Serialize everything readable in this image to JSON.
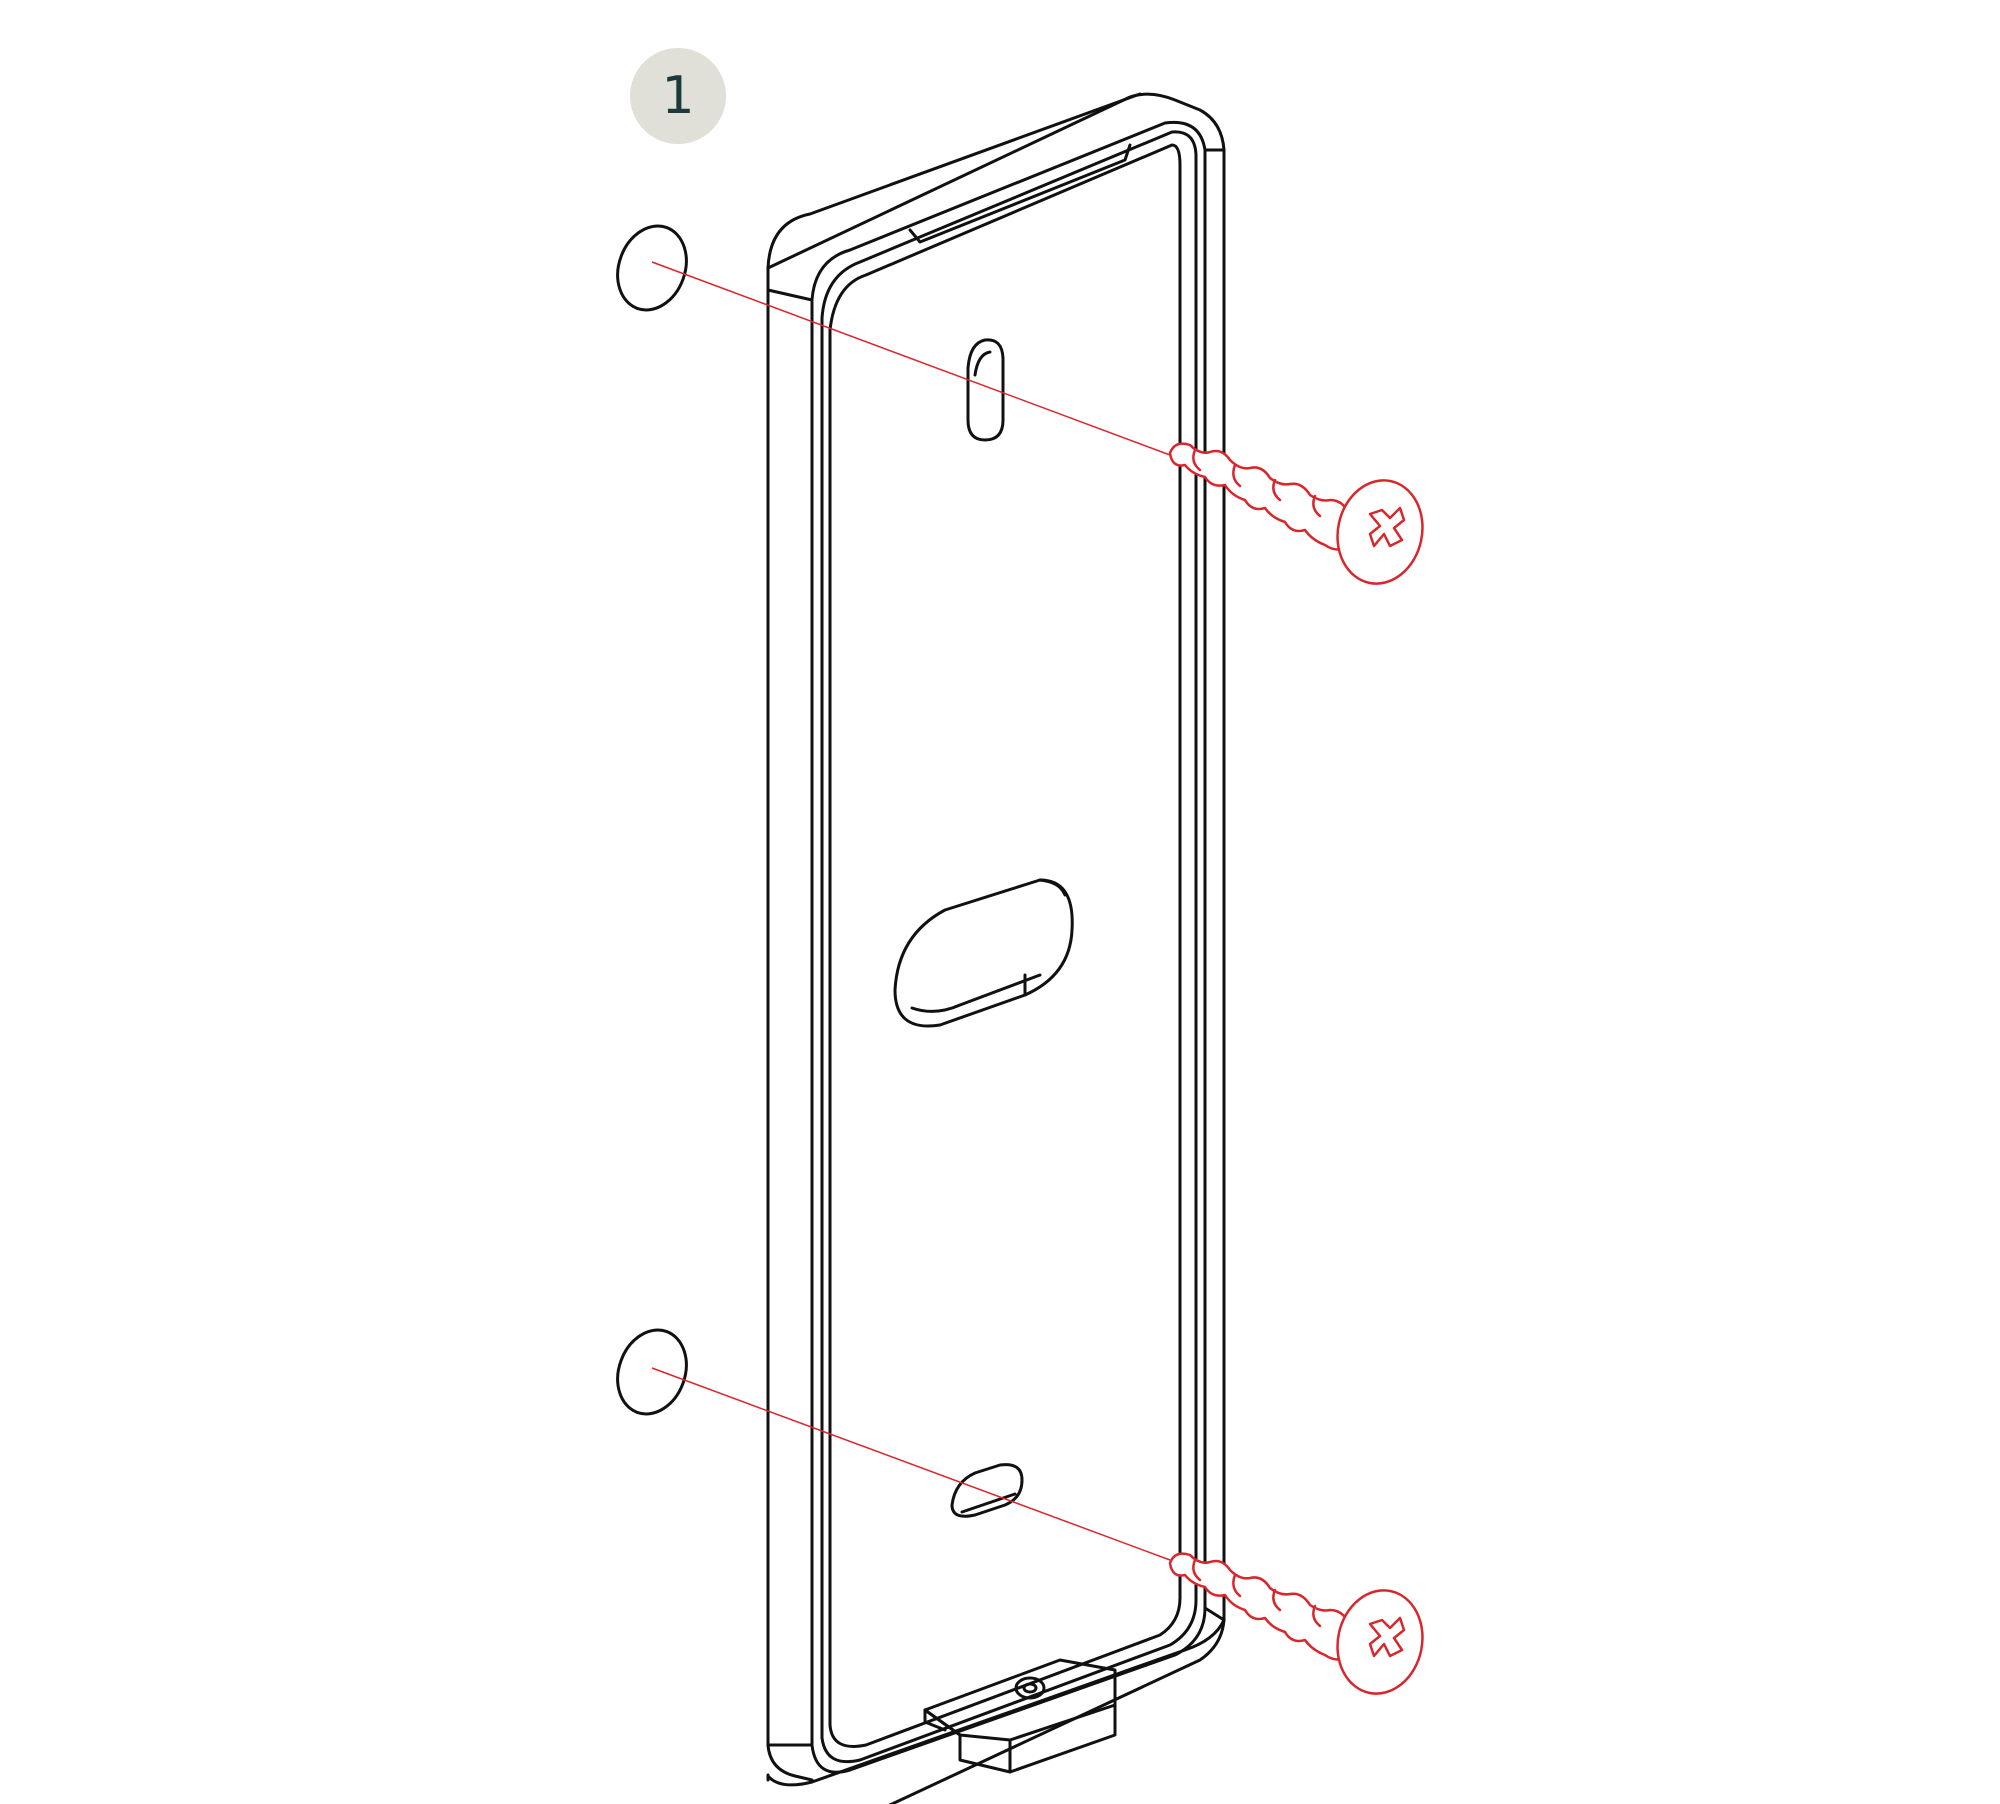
{
  "step": {
    "number": "1"
  },
  "colors": {
    "badge_bg": "#e0dfd8",
    "badge_text": "#1d3a3a",
    "outline": "#111111",
    "screw": "#d9262c",
    "guide_line": "#d9262c",
    "background": "#ffffff"
  },
  "parts": {
    "mounting_plate": "mounting-plate",
    "wall_plugs": 2,
    "screws": 2
  }
}
